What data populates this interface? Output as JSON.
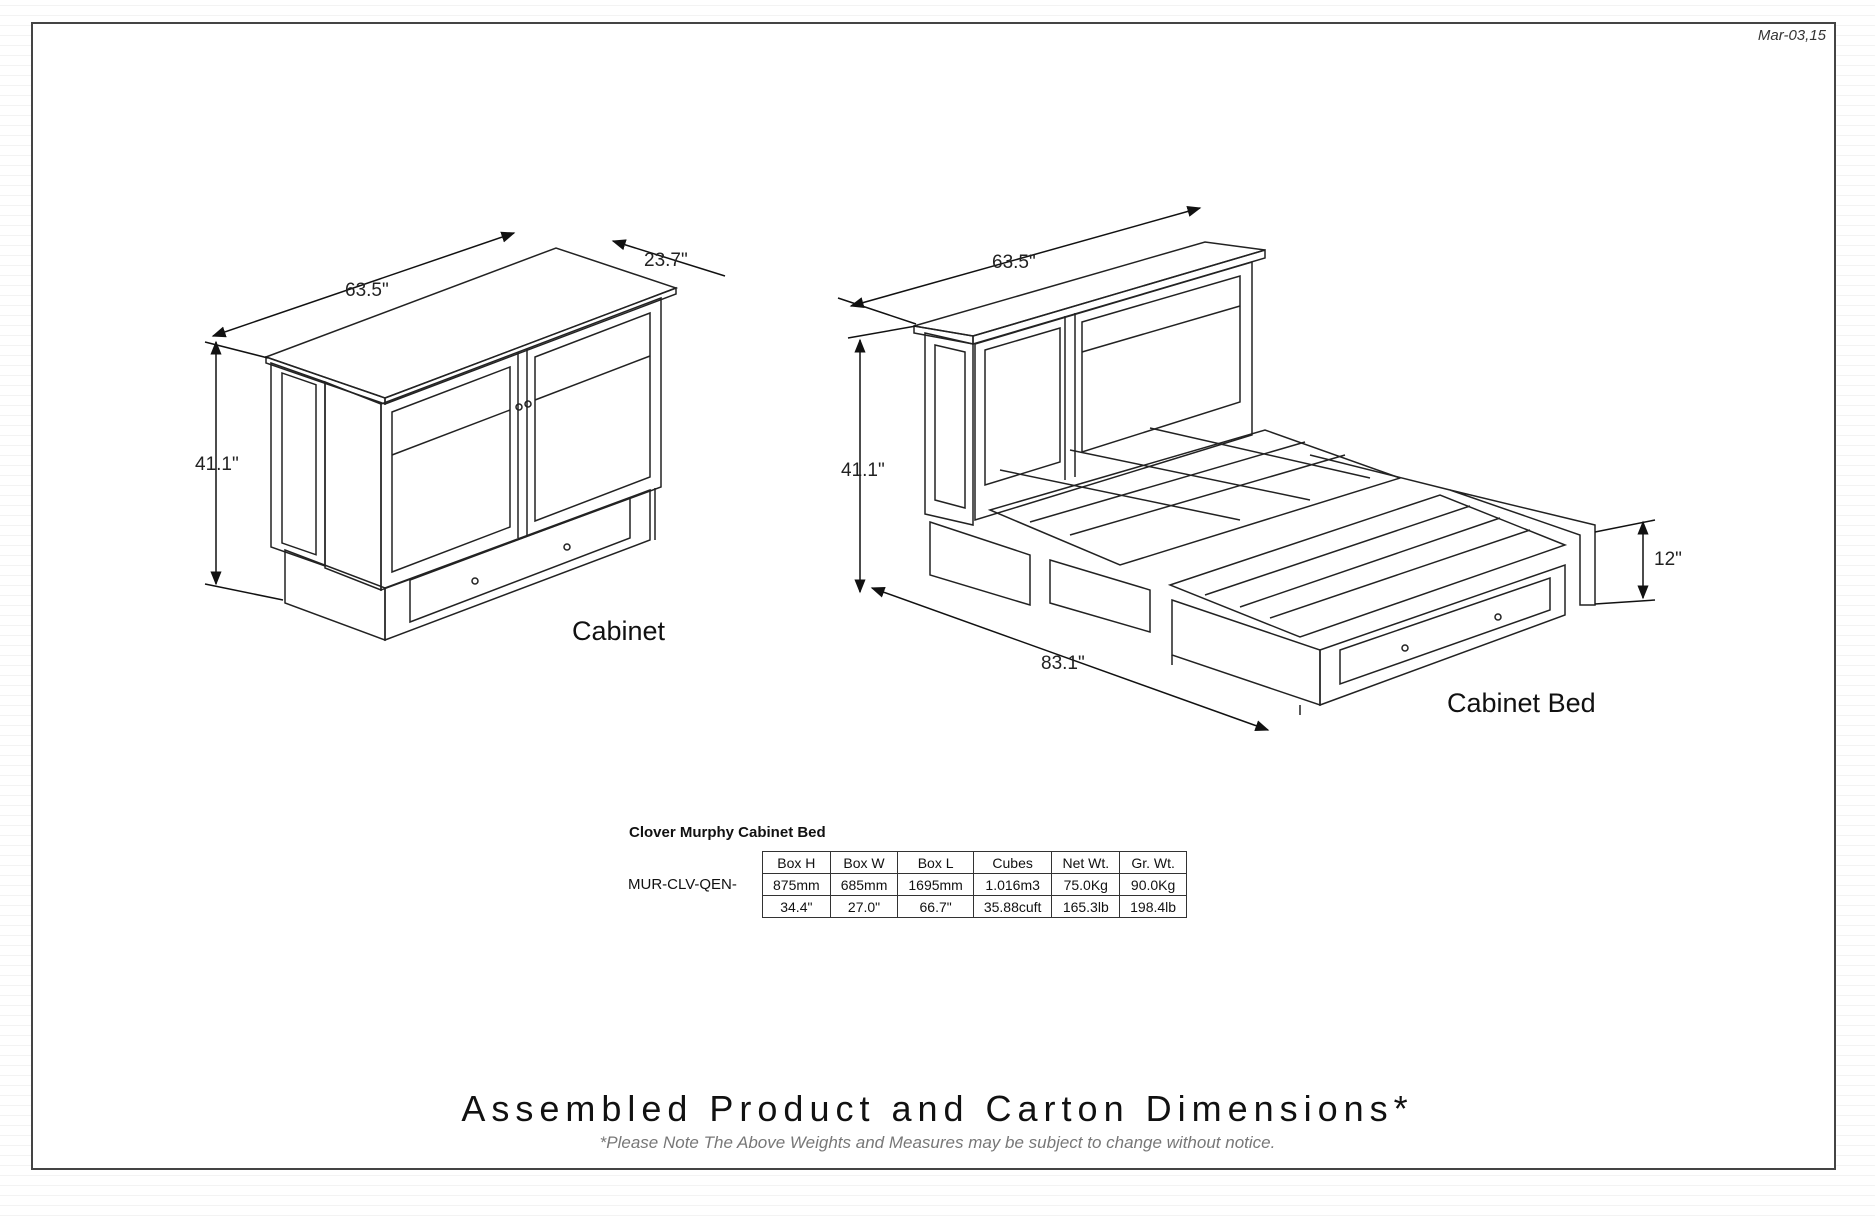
{
  "date": "Mar-03,15",
  "cabinet": {
    "caption": "Cabinet",
    "width": "63.5\"",
    "depth": "23.7\"",
    "height": "41.1\""
  },
  "cabinet_bed": {
    "caption": "Cabinet Bed",
    "width": "63.5\"",
    "height": "41.1\"",
    "length": "83.1\"",
    "leg_height": "12\""
  },
  "specs": {
    "title": "Clover Murphy Cabinet Bed",
    "model": "MUR-CLV-QEN-",
    "headers": [
      "Box H",
      "Box W",
      "Box L",
      "Cubes",
      "Net Wt.",
      "Gr. Wt."
    ],
    "rows": [
      [
        "875mm",
        "685mm",
        "1695mm",
        "1.016m3",
        "75.0Kg",
        "90.0Kg"
      ],
      [
        "34.4\"",
        "27.0\"",
        "66.7\"",
        "35.88cuft",
        "165.3lb",
        "198.4lb"
      ]
    ]
  },
  "heading": "Assembled Product and Carton Dimensions*",
  "note": "*Please Note The Above Weights and Measures may be subject to change without notice."
}
